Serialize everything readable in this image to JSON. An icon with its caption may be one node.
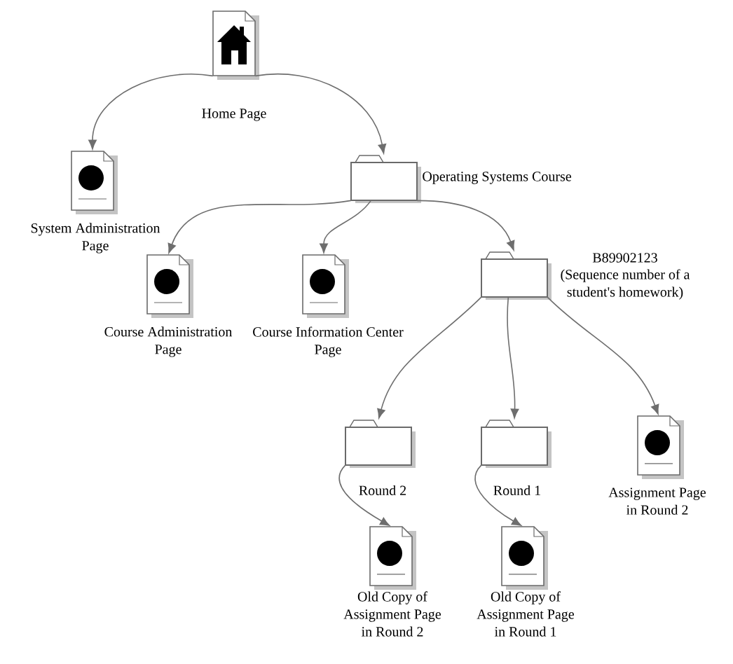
{
  "diagram": {
    "nodes": [
      {
        "text": [
          "Home Page"
        ]
      },
      {
        "text": [
          "System Administration Page"
        ]
      },
      {
        "text": [
          "Operating Systems Course"
        ]
      },
      {
        "text": [
          "Course Administration Page"
        ]
      },
      {
        "text": [
          "Course Information Center Page"
        ]
      },
      {
        "text": [
          "B89902123",
          "(Sequence number of a student's homework)"
        ]
      },
      {
        "text": [
          "Round 2"
        ]
      },
      {
        "text": [
          "Round 1"
        ]
      },
      {
        "text": [
          "Assignment Page in Round 2"
        ]
      },
      {
        "text": [
          "Old Copy of Assignment Page in Round 2"
        ]
      },
      {
        "text": [
          "Old Copy of Assignment Page in Round 1"
        ]
      }
    ],
    "edges": [
      {
        "from": 0,
        "to": 1,
        "arrow": "to"
      },
      {
        "from": 0,
        "to": 2,
        "arrow": "to"
      },
      {
        "from": 2,
        "to": 3,
        "arrow": "to"
      },
      {
        "from": 2,
        "to": 4,
        "arrow": "to"
      },
      {
        "from": 2,
        "to": 5,
        "arrow": "to"
      },
      {
        "from": 5,
        "to": 6,
        "arrow": "to"
      },
      {
        "from": 5,
        "to": 7,
        "arrow": "to"
      },
      {
        "from": 5,
        "to": 8,
        "arrow": "to"
      },
      {
        "from": 6,
        "to": 9,
        "arrow": "to"
      },
      {
        "from": 7,
        "to": 10,
        "arrow": "to"
      }
    ]
  }
}
